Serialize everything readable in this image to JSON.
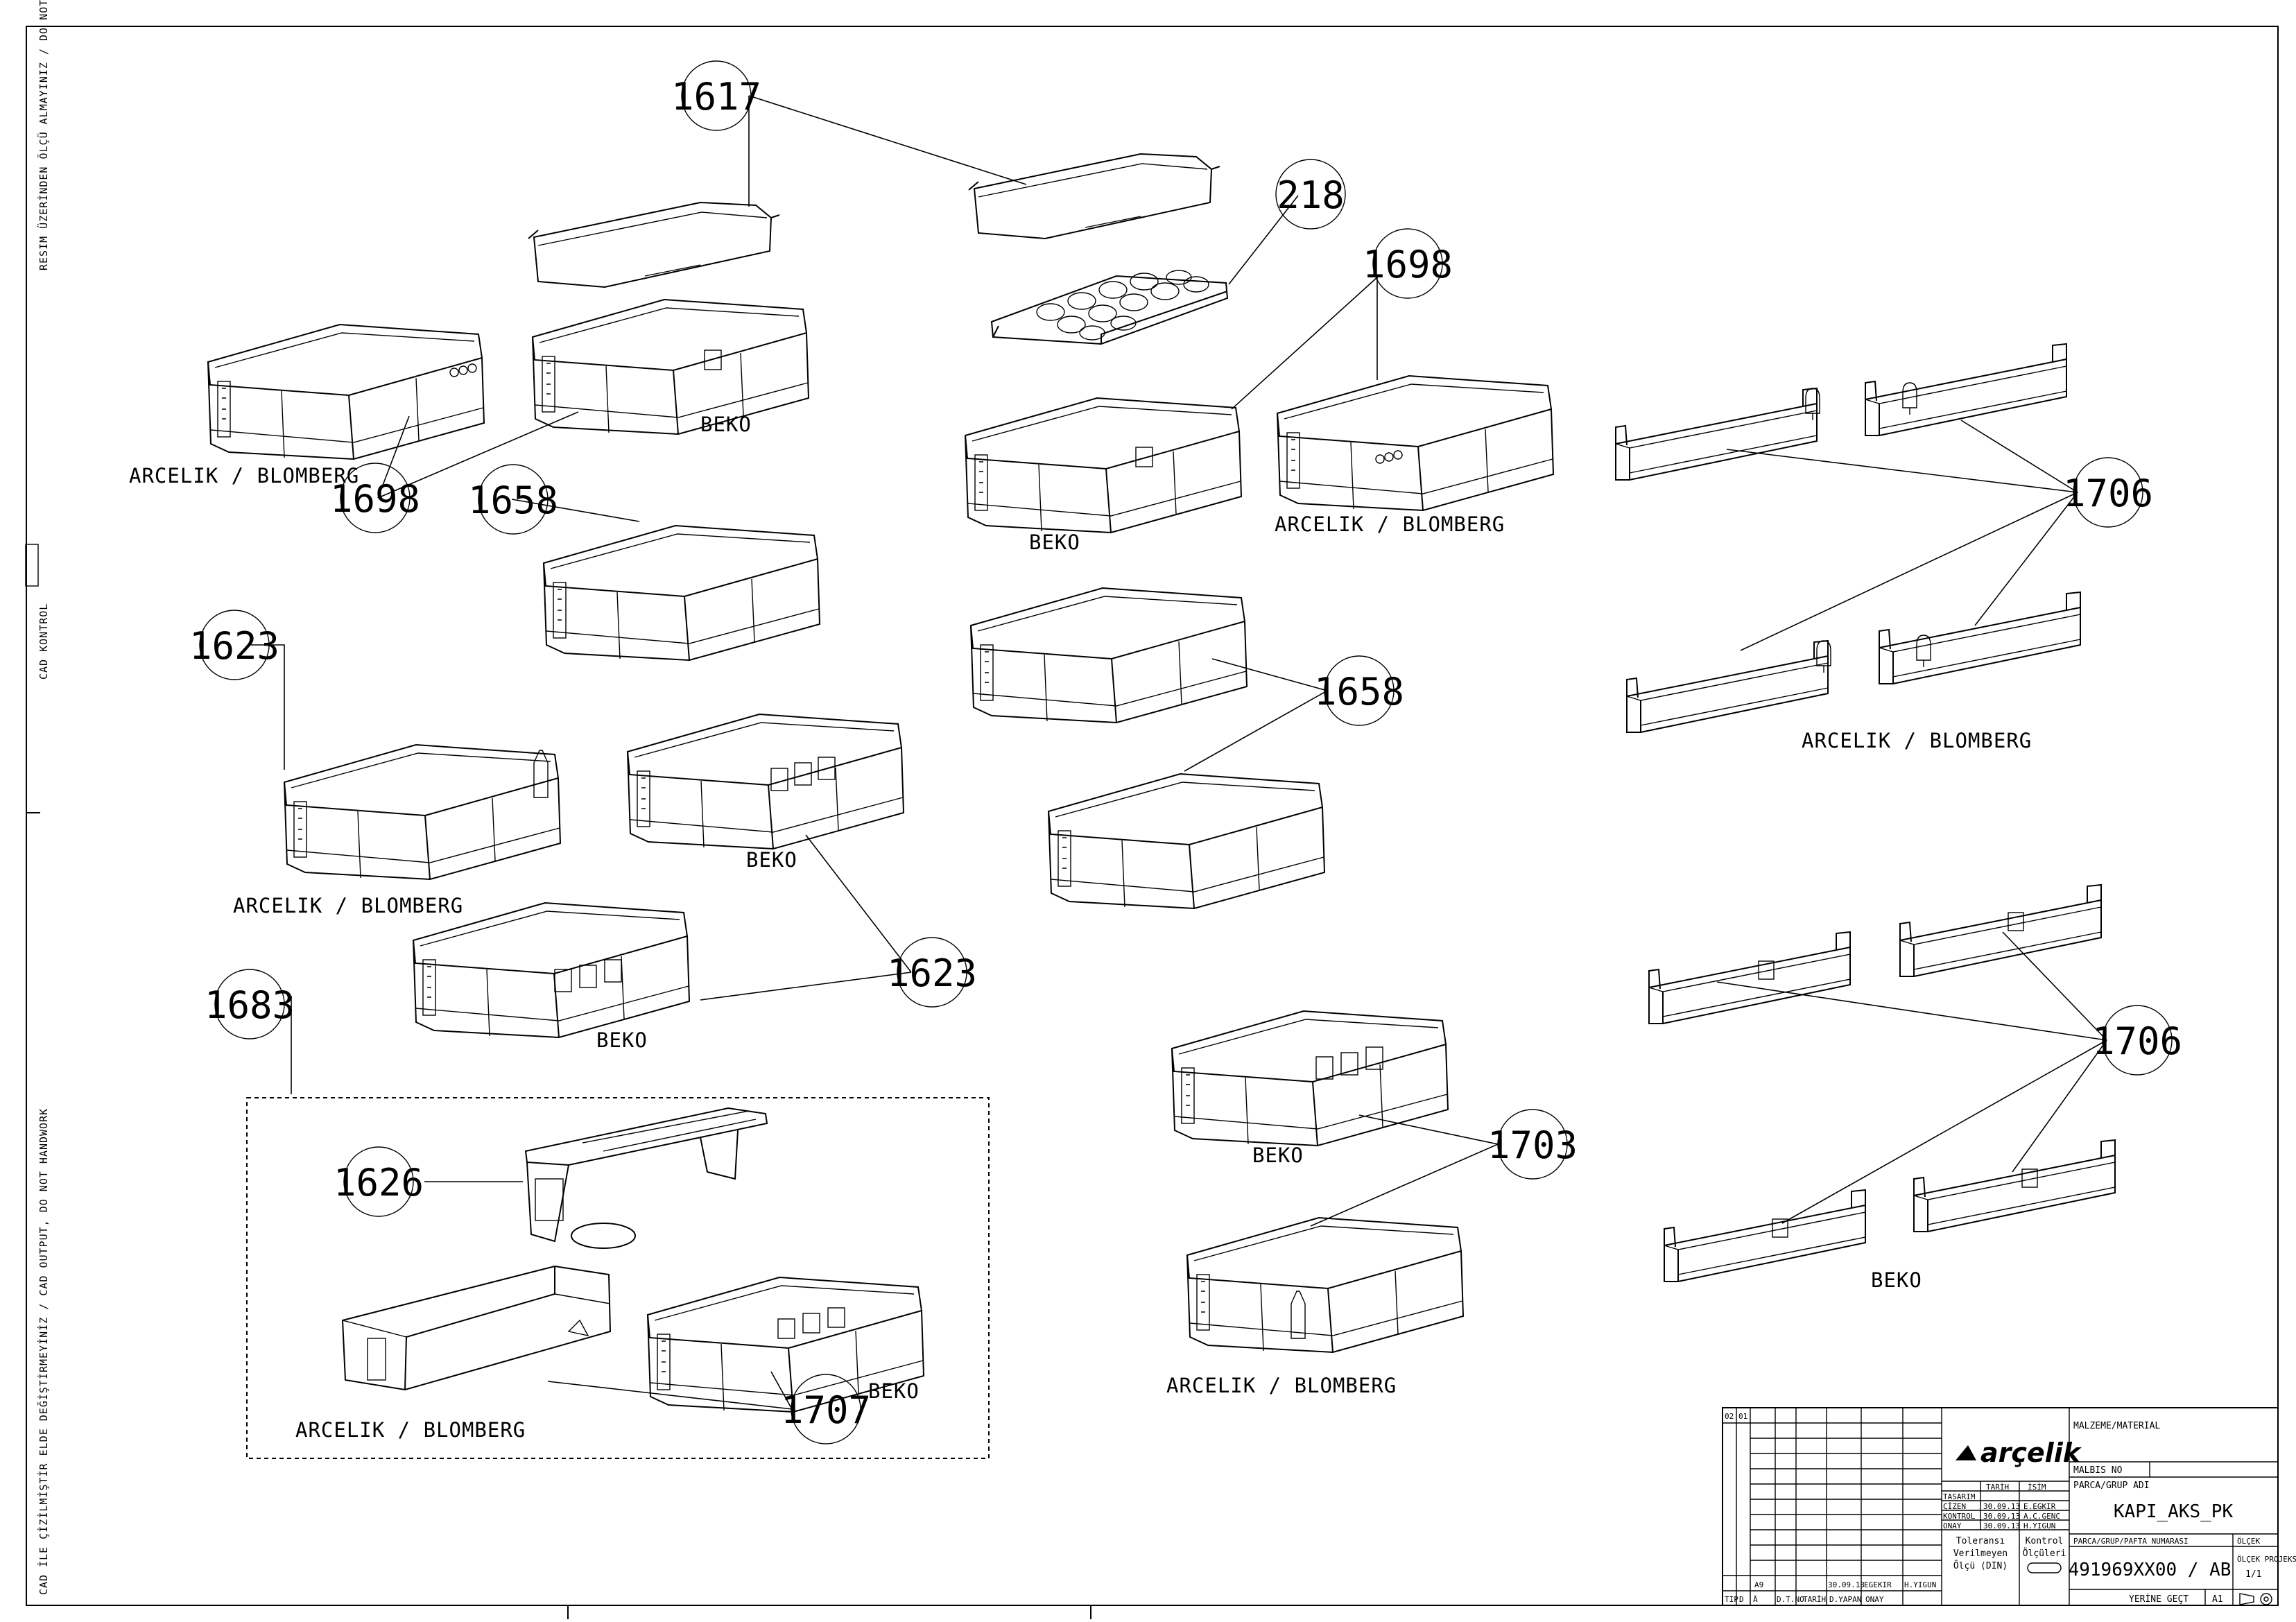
{
  "drawing": {
    "side_notes": {
      "top": "RESIM ÜZERİNDEN ÖLÇÜ ALMAYINIZ / DO NOT SCALE",
      "middle": "CAD KONTROL",
      "bottom": "CAD İLE ÇİZİLMİŞTİR ELDE DEĞİŞTİRMEYİNİZ / CAD OUTPUT, DO NOT HANDWORK"
    },
    "balloons": [
      "1617",
      "218",
      "1698",
      "1698",
      "1658",
      "1658",
      "1623",
      "1623",
      "1706",
      "1706",
      "1683",
      "1626",
      "1707",
      "1703"
    ],
    "variant_labels": {
      "beko": "BEKO",
      "arcelik": "ARCELIK / BLOMBERG"
    },
    "icon_names": [
      "bin-part-icon",
      "egg-tray-icon",
      "balcony-shelf-icon",
      "popsicle-sticker-icon",
      "bottle-sticker-icon"
    ]
  },
  "title_block": {
    "logo": "arçelik",
    "revisions": [
      "02",
      "01"
    ],
    "rev_row": {
      "rev": "A9",
      "date": "30.09.13",
      "drawn": "EGEKIR",
      "approved": "H.YIGUN"
    },
    "rev_header": [
      "TIP",
      "D",
      "Ä",
      "D.T.NO",
      "TARİH",
      "D.YAPAN",
      "ONAY"
    ],
    "col_headers": {
      "date": "TARİH",
      "name": "İSİM"
    },
    "rows": [
      {
        "role": "TASARIM",
        "date": "",
        "name": ""
      },
      {
        "role": "ÇİZEN",
        "date": "30.09.13",
        "name": "E.EGKIR"
      },
      {
        "role": "KONTROL",
        "date": "30.09.13",
        "name": "A.C.GENC"
      },
      {
        "role": "ONAY",
        "date": "30.09.13",
        "name": "H.YIGUN"
      }
    ],
    "material_label": "MALZEME/MATERIAL",
    "malbis_label": "MALBIS NO",
    "part_name_label": "PARCA/GRUP ADI",
    "part_name": "KAPI_AKS_PK",
    "tolerance": [
      "Toleransı",
      "Verilmeyen",
      "Ölçü (DIN)"
    ],
    "control": [
      "Kontrol",
      "Ölçüleri"
    ],
    "part_no_label": "PARCA/GRUP/PAFTA NUMARASI",
    "part_no": "491969XX00 / AB",
    "scale_label": "ÖLÇEK",
    "scale": "1/1",
    "projection_label": "ÖLÇEK PROJEKSİYON",
    "replaced_label": "YERİNE GEÇT",
    "sheet": "A1"
  }
}
